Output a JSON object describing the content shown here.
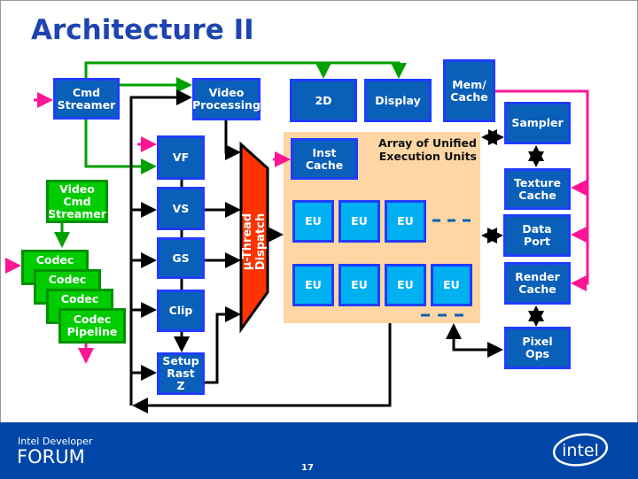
{
  "title": "Architecture II",
  "colors": {
    "block": "#0a5fb8",
    "block_border": "#1f3dff",
    "eu": "#00b0f0",
    "video": "#00cc00",
    "array_bg": "#fdd6a3",
    "dispatch": "#ff3300",
    "memory_path": "#ff1493",
    "control_path": "#00a000",
    "footer": "#0046a8"
  },
  "blocks": {
    "cmd_streamer": "Cmd Streamer",
    "video_processing": "Video Processing",
    "twod": "2D",
    "display": "Display",
    "mem_cache": "Mem/ Cache",
    "sampler": "Sampler",
    "texture_cache": "Texture Cache",
    "data_port": "Data Port",
    "render_cache": "Render Cache",
    "pixel_ops": "Pixel Ops",
    "vf": "VF",
    "vs": "VS",
    "gs": "GS",
    "clip": "Clip",
    "setup": "Setup Rast Z",
    "inst_cache": "Inst Cache",
    "video_cmd_streamer": "Video Cmd Streamer",
    "codec": [
      "Codec",
      "Codec",
      "Codec",
      "Codec Pipeline"
    ],
    "dispatch": "µ-Thread Dispatch"
  },
  "array": {
    "label": "Array of Unified Execution Units",
    "eu_label": "EU"
  },
  "footer": {
    "line1": "Intel Developer",
    "line2": "FORUM",
    "page": "17",
    "logo": "intel"
  }
}
